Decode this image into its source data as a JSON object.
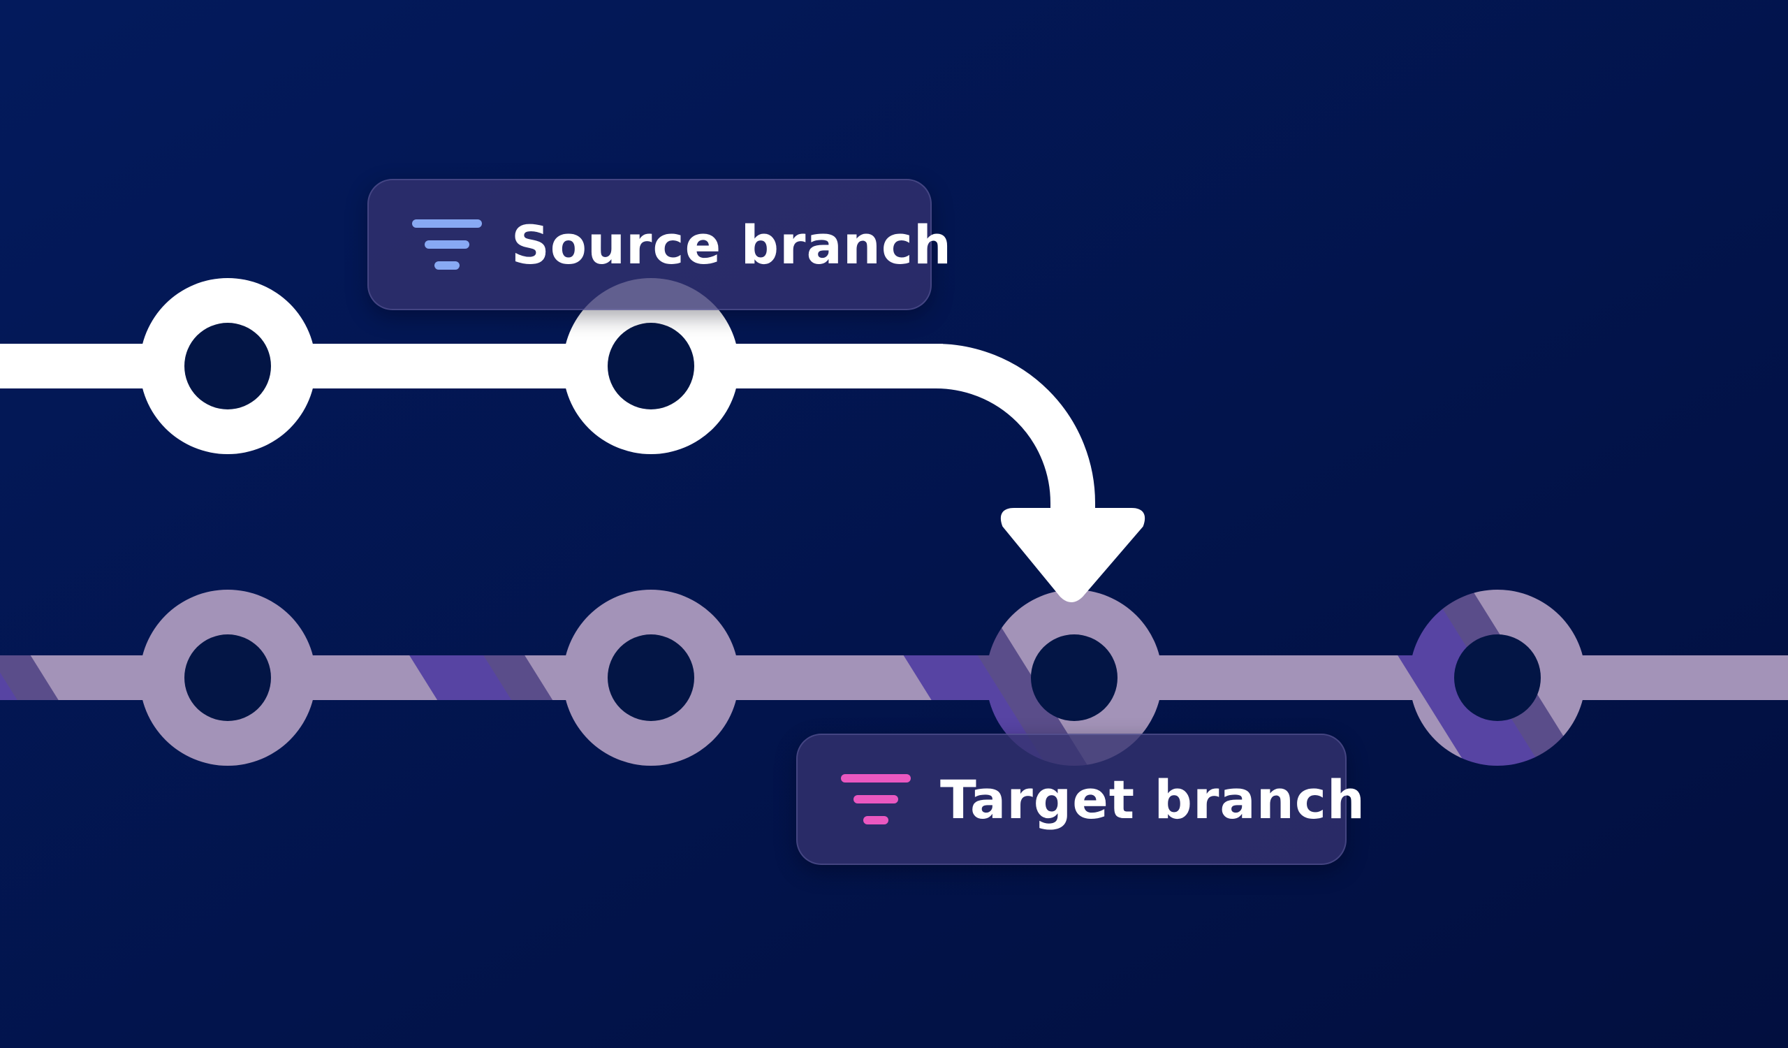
{
  "colors": {
    "background_top": "#031a5c",
    "background_bottom": "#020f3f",
    "source_branch": "#ffffff",
    "target_branch": "#a393b8",
    "target_stripe": "#4a36a0",
    "source_icon": "#88a9f4",
    "target_icon": "#ea58c0",
    "commit_hole": "#031545"
  },
  "source": {
    "label": "Source branch",
    "icon": "branch-filter-icon",
    "commits": 2
  },
  "target": {
    "label": "Target branch",
    "icon": "branch-filter-icon",
    "commits": 4
  },
  "merge": {
    "from": "source",
    "to": "target",
    "icon": "merge-arrow"
  }
}
